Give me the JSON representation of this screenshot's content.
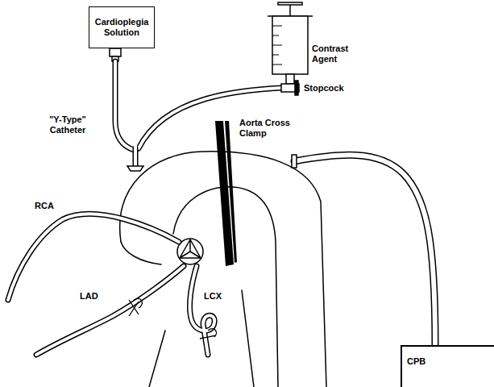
{
  "diagram": {
    "nodes": [
      {
        "text": [
          "Cardioplegia Solution"
        ]
      },
      {
        "text": [
          "CPB"
        ]
      }
    ],
    "labels": [
      "Contrast Agent",
      "Stopcock",
      "\"Y-Type\" Catheter",
      "Aorta Cross Clamp",
      "RCA",
      "LAD",
      "LCX"
    ]
  }
}
